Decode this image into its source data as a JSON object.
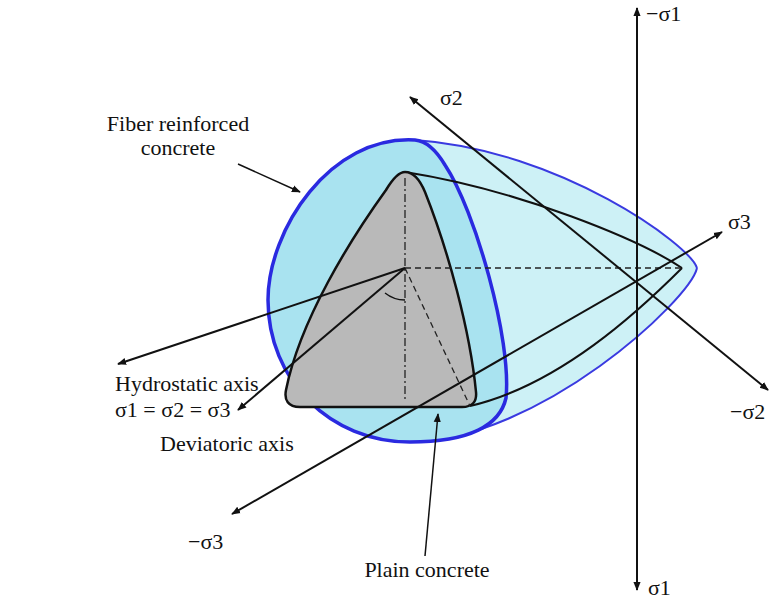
{
  "diagram": {
    "labels": [
      "−σ1",
      "σ2",
      "Fiber reinforced concrete",
      "σ3",
      "Hydrostatic axis",
      "σ1 = σ2 = σ3",
      "−σ2",
      "Deviatoric axis",
      "−σ3",
      "σ1",
      "Plain concrete"
    ]
  }
}
